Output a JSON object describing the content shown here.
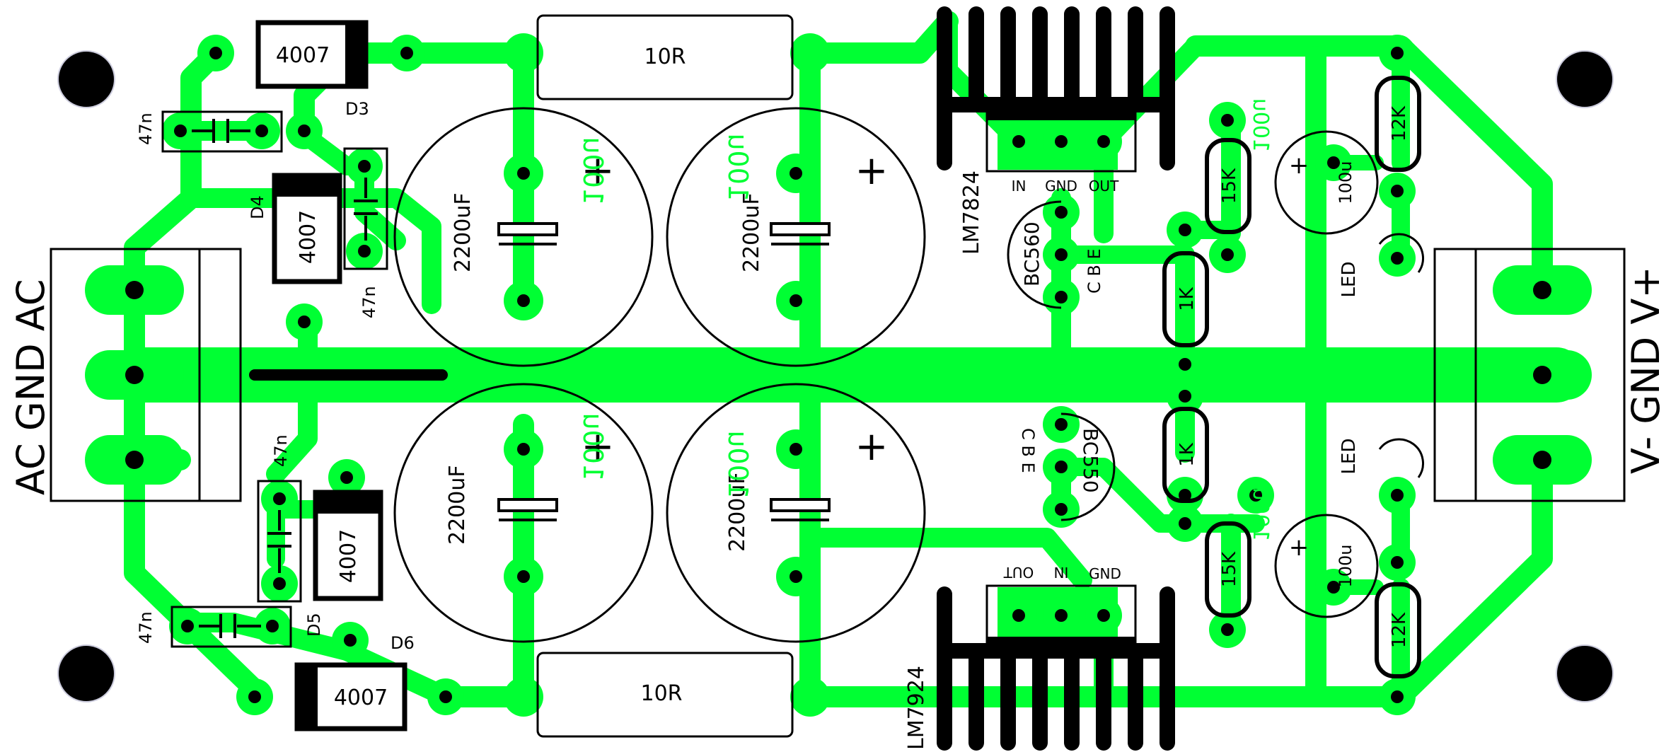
{
  "colors": {
    "copper": "#00FF33",
    "silk": "#000000",
    "background": "#FFFFFF"
  },
  "connectors": {
    "input_label": "AC GND AC",
    "output_label": "V- GND V+"
  },
  "regulators": {
    "positive": {
      "name": "LM7824",
      "pins": [
        "IN",
        "GND",
        "OUT"
      ]
    },
    "negative": {
      "name": "LM7924",
      "pins": [
        "OUT",
        "IN",
        "GND"
      ]
    }
  },
  "diodes": {
    "part": "4007",
    "refs": [
      "D3",
      "D4",
      "D5",
      "D6"
    ]
  },
  "capacitors": {
    "small_value": "47n",
    "bulk_value": "2200uF",
    "bulk_mirrored_value": "100u",
    "polarity": "+",
    "output_value": "100u"
  },
  "resistors": {
    "series": "10R",
    "divider_top": "15K",
    "divider_mid": "1K",
    "led_series": "12K",
    "mirrored_value": "100u"
  },
  "transistors": {
    "top": {
      "name": "BC560",
      "pins": "C  B  E"
    },
    "bottom": {
      "name": "BC550",
      "pins": "C  B  E"
    }
  },
  "leds": {
    "label": "LED"
  }
}
